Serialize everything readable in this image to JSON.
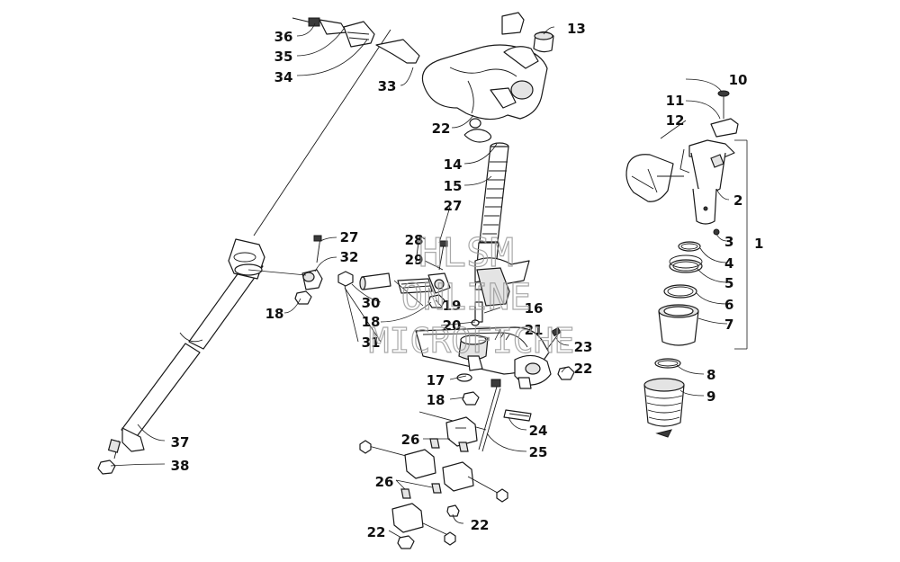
{
  "labels": {
    "p1": "1",
    "p2": "2",
    "p3": "3",
    "p4": "4",
    "p5": "5",
    "p6": "6",
    "p7": "7",
    "p8": "8",
    "p9": "9",
    "p10": "10",
    "p11": "11",
    "p12": "12",
    "p13": "13",
    "p14": "14",
    "p15": "15",
    "p16": "16",
    "p17": "17",
    "p18a": "18",
    "p18b": "18",
    "p18c": "18",
    "p19": "19",
    "p20": "20",
    "p21": "21",
    "p22a": "22",
    "p22b": "22",
    "p22c": "22",
    "p22d": "22",
    "p23": "23",
    "p24": "24",
    "p25": "25",
    "p26a": "26",
    "p26b": "26",
    "p27a": "27",
    "p27b": "27",
    "p28": "28",
    "p29": "29",
    "p30": "30",
    "p31": "31",
    "p32": "32",
    "p33": "33",
    "p34": "34",
    "p35": "35",
    "p36": "36",
    "p37": "37",
    "p38": "38"
  },
  "watermark": {
    "line1": "HLSM",
    "line2": "ONLINE",
    "line3": "MICROFICHE"
  }
}
